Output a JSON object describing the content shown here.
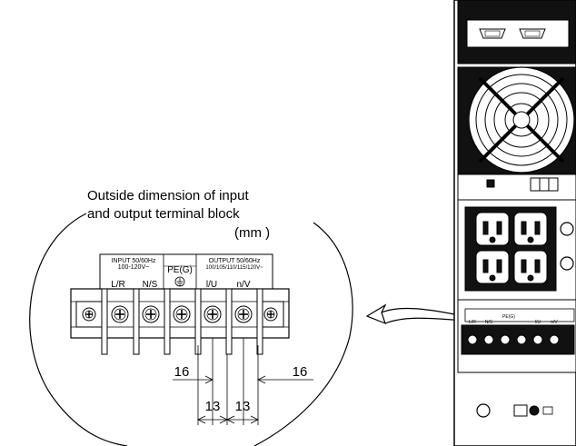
{
  "caption": {
    "line1": "Outside dimension of input",
    "line2": "and output terminal block",
    "unit": "(mm )"
  },
  "terminal_block": {
    "input_label_line1": "INPUT 50/60Hz",
    "input_label_line2": "100-120V~",
    "pe_label": "PE(G)",
    "output_label_line1": "OUTPUT 50/60Hz",
    "output_label_line2": "100/105/110/115/120V~",
    "terminals": [
      "L/R",
      "N/S",
      "",
      "l/U",
      "n/V"
    ]
  },
  "dimensions": {
    "edge_left": "16",
    "edge_right": "16",
    "pitch_left": "13",
    "pitch_right": "13"
  },
  "unit_panel": {
    "terminals": [
      "L/R",
      "N/S",
      "PE(G)",
      "l/U",
      "n/V"
    ]
  }
}
